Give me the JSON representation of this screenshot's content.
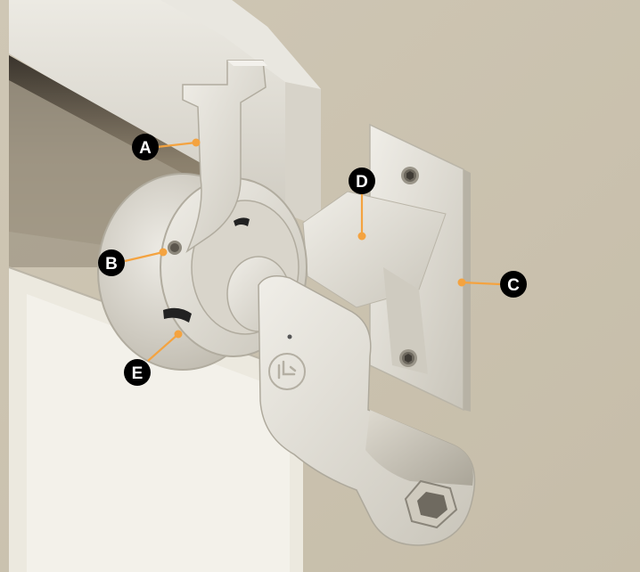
{
  "colors": {
    "wall": "#cfc6b4",
    "hardware": "#e4e1d8",
    "hardware_shadow": "#b9b5aa",
    "leader_line": "#f4a340",
    "callout_fill": "#000000",
    "callout_text": "#ffffff"
  },
  "callouts": [
    {
      "id": "A",
      "label": "A"
    },
    {
      "id": "B",
      "label": "B"
    },
    {
      "id": "C",
      "label": "C"
    },
    {
      "id": "D",
      "label": "D"
    },
    {
      "id": "E",
      "label": "E"
    }
  ],
  "icons": {
    "logo": "roller-shade-logo-icon",
    "screw": "hex-socket-screw-icon"
  }
}
